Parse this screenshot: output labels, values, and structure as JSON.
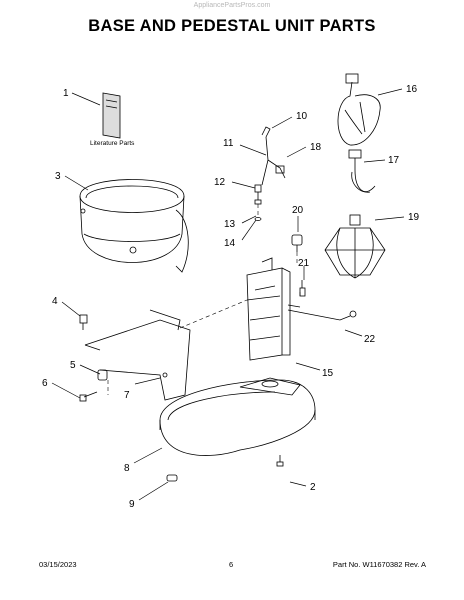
{
  "watermark": "AppliancePartsPros.com",
  "title": "BASE AND PEDESTAL UNIT PARTS",
  "literature_label": "Literature Parts",
  "callouts": [
    "1",
    "2",
    "3",
    "4",
    "5",
    "6",
    "7",
    "8",
    "9",
    "10",
    "11",
    "12",
    "13",
    "14",
    "15",
    "16",
    "17",
    "18",
    "19",
    "20",
    "21",
    "22"
  ],
  "footer": {
    "date": "03/15/2023",
    "page": "6",
    "part_no": "Part No. W11670382  Rev. A"
  }
}
